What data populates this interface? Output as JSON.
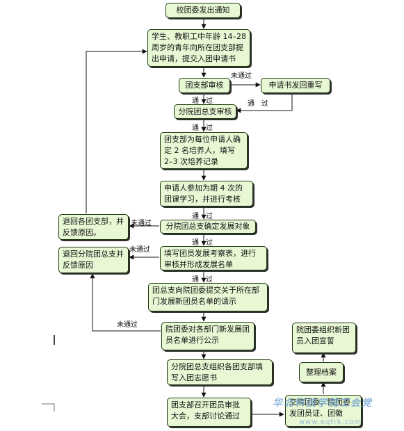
{
  "nodes": {
    "notice": "校团委发出通知",
    "apply": "学生、教职工中年龄 14–28 周岁的青年向所在团支部提出申请，提交入团申请书",
    "branch_review": "团支部审核",
    "return_redo": "申请书发回重写",
    "college_review": "分院团总支审核",
    "assign_trainer": "团支部为每位申请人确定 2 名培养人，填写 2–3 次培养记录",
    "course_study": "申请人参加为期 4 次的团课学习，并进行考核",
    "confirm_target": "分院团总支确定发展对象",
    "fill_form": "填写团员发展考察表，进行审核并形成发展名单",
    "submit_request": "团总支向院团委提交关于所在部门发展新团员名单的请示",
    "publicize": "院团委对各部门新发展团员名单进行公示",
    "volunteer_form": "分院团总支组织各团支部填写入团志愿书",
    "branch_meeting": "团支部召开团员审批大会，支部讨论通过",
    "issue_docs": "交院团委、院团委发团员证、团徽",
    "archive": "整理档案",
    "oath": "院团委组织新团员入团宣誓",
    "return_branch": "退回各团支部，并反馈原因。",
    "return_college": "退回分院团总支并反馈原因"
  },
  "edge_labels": {
    "pass": "通　过",
    "fail": "未通过"
  },
  "watermark": {
    "cn": "华北科技学院工会党",
    "url": "www.eqfrk.com"
  }
}
